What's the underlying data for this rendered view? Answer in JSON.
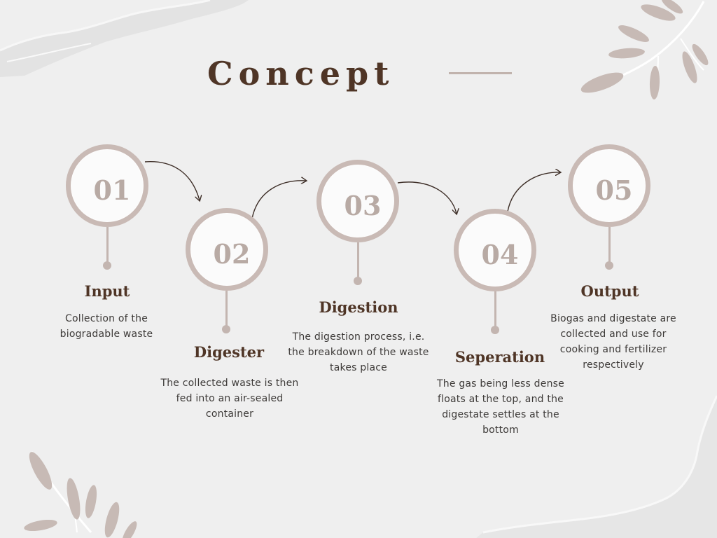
{
  "slide": {
    "title": "Concept",
    "colors": {
      "background": "#efefef",
      "title": "#4f3526",
      "accent": "#c3b5b0",
      "number": "#b8aaa4",
      "leaf": "#c7bab5"
    },
    "decorations": [
      "torn-paper-top-left",
      "leaf-sprig-top-right",
      "leaf-sprig-bottom-left",
      "torn-paper-bottom-right"
    ]
  },
  "steps": [
    {
      "number": "01",
      "title": "Input",
      "description": "Collection of the\nbiogradable waste"
    },
    {
      "number": "02",
      "title": "Digester",
      "description": "The collected waste is then\nfed into an air-sealed\ncontainer"
    },
    {
      "number": "03",
      "title": "Digestion",
      "description": "The digestion process, i.e.\nthe breakdown of the waste\ntakes place"
    },
    {
      "number": "04",
      "title": "Seperation",
      "description": "The gas being less dense\nfloats at the top, and the\ndigestate settles at the\nbottom"
    },
    {
      "number": "05",
      "title": "Output",
      "description": "Biogas and digestate are\ncollected and use for\ncooking and fertilizer\nrespectively"
    }
  ]
}
